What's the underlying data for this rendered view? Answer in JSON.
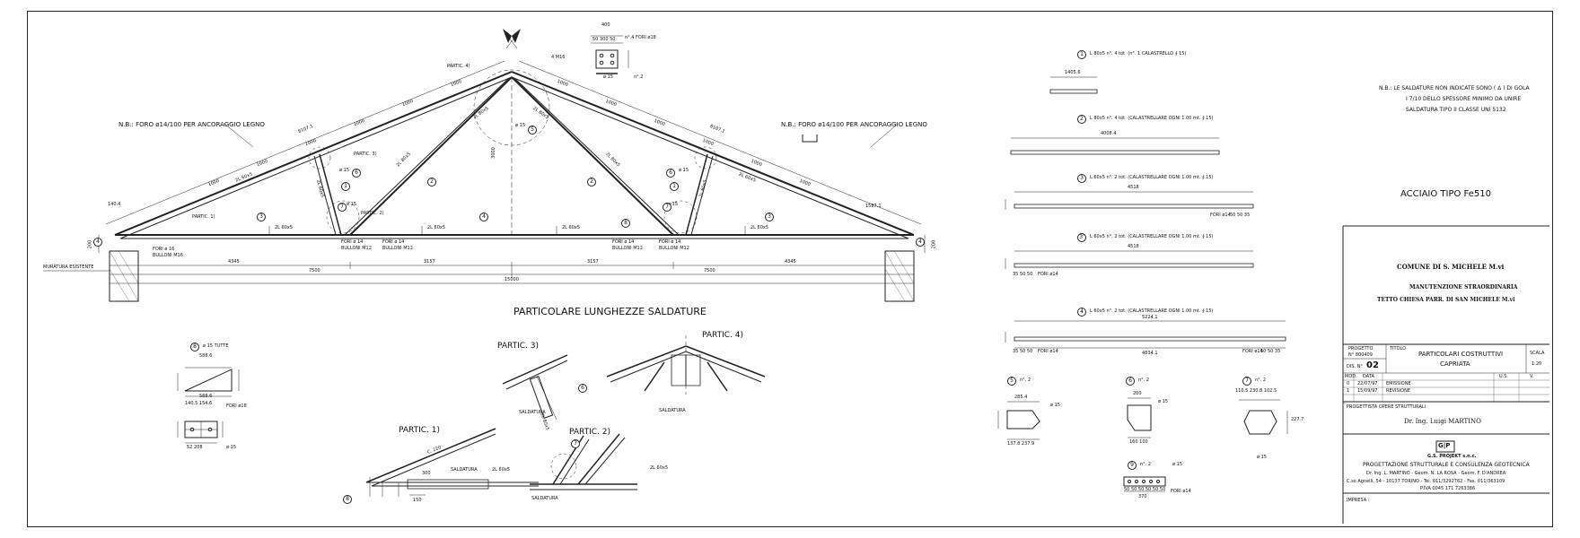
{
  "truss": {
    "note_left": "N.B.: FORO ø14/100 PER ANCORAGGIO LEGNO",
    "note_right": "N.B.: FORO ø14/100 PER ANCORAGGIO LEGNO",
    "section_title": "PARTICOLARE LUNGHEZZE SALDATURE",
    "muratura": "MURATURA ESISTENTE",
    "dims_bottom_a": [
      "4345",
      "3157",
      "3157",
      "4345"
    ],
    "dims_bottom_b": [
      "7500",
      "7500"
    ],
    "dims_total": "15000",
    "height_dim": "3000",
    "rafter_segments_left": [
      "1000",
      "1000",
      "1000",
      "1000",
      "1000",
      "1000"
    ],
    "rafter_segments_right": [
      "1000",
      "1000",
      "1000",
      "1000",
      "1000",
      "1000"
    ],
    "rafter_len_left": "8107.1",
    "rafter_len_right": "8107.1",
    "edge_left": "140.4",
    "edge_right": "1587.1",
    "support_h": "200",
    "profiles": [
      "2L 60x5",
      "2L 60x5",
      "2L 60x5",
      "2L 60x5",
      "2L 60x5",
      "2L 60x5"
    ],
    "diag_labels": [
      "2L 80x5",
      "2L 80x5",
      "2L 60x5",
      "2L 60x5",
      "2L 80x5",
      "2L 80x5"
    ],
    "bolt_left_a": "FORI ø 16",
    "bolt_left_b": "BULLONI M16",
    "bolt_mid_l_a": "FORI ø 14",
    "bolt_mid_l_b": "BULLONI M12",
    "bolt_mid_l2_a": "FORI ø 14",
    "bolt_mid_l2_b": "BULLONI M12",
    "bolt_mid_r_a": "FORI ø 14",
    "bolt_mid_r_b": "BULLONI M12",
    "bolt_mid_r2_a": "FORI ø 14",
    "bolt_mid_r2_b": "BULLONI M12",
    "partic_labels": [
      "PARTIC. 1)",
      "PARTIC. 2)",
      "PARTIC. 3)",
      "PARTIC. 4)"
    ],
    "ridge_label": "4 M16",
    "ridge_plate_dims": [
      "400",
      "50  300  50"
    ],
    "ridge_plate_note": "n°.4 FORI ø18",
    "ridge_plate_count": "n°.2",
    "ridge_plate_t": "ø 15",
    "phi_labels": [
      "ø 15",
      "ø 15",
      "ø 15",
      "ø 15",
      "ø 15"
    ]
  },
  "bars": [
    {
      "num": "1",
      "desc": "L 80x5 n°. 4 tot.   (n°. 1 CALASTRELLO ∮ 15)",
      "len": "1405.6"
    },
    {
      "num": "2",
      "desc": "L 80x5 n°. 4 tot.   (CALASTRELLARE OGNI 1.00 mt.   ∮ 15)",
      "len": "4008.4"
    },
    {
      "num": "3",
      "desc": "L 60x5 n°. 2 tot.   (CALASTRELLARE OGNI 1.00 mt.   ∮ 15)",
      "len": "4518",
      "end_note": "FORI ø14",
      "end_dims": "50 50 35"
    },
    {
      "num": "3'",
      "desc": "L 60x5 n°. 2 tot.   (CALASTRELLARE OGNI 1.00 mt.   ∮ 15)",
      "len": "4518",
      "end_note": "FORI ø14",
      "end_dims": "35 50 50"
    },
    {
      "num": "4",
      "desc": "L 60x5 n°. 2 tot.   (CALASTRELLARE OGNI 1.00 mt.   ∮ 15)",
      "len": "5224.1",
      "inner_len": "4834.1",
      "end_note": "FORI ø14",
      "end_dims": "35 50 50",
      "end_dims_r": "50 50 35"
    }
  ],
  "small_parts": [
    {
      "num": "5",
      "qty": "n°. 2",
      "dims": [
        "285.4",
        "137.8  237.9"
      ],
      "phi": "ø 15"
    },
    {
      "num": "6",
      "qty": "n°. 2",
      "dims": [
        "200",
        "160  100"
      ],
      "phi": "ø 15"
    },
    {
      "num": "7",
      "qty": "n°. 2",
      "dims": [
        "110.5  230.8  102.5",
        "227.7"
      ],
      "phi": "ø 15"
    },
    {
      "num": "8",
      "qty": "ø 15 TUTTE",
      "dims": [
        "588.6",
        "140.5  154.6",
        "588.6"
      ],
      "phi": "ø 15",
      "note": "FORI ø18",
      "dims_b": "52  208"
    },
    {
      "num": "9",
      "qty": "n°. 2",
      "dims": [
        "50 50 50 50 50 50",
        "370"
      ],
      "phi": "ø 15",
      "note": "FORI ø14"
    }
  ],
  "details": {
    "saldatura": "SALDATURA",
    "p1_dims": [
      "C. 220",
      "300",
      "150"
    ],
    "p2_profile": "2L 60x5",
    "p3_profile": "2L 80x5"
  },
  "notes": {
    "welding_1": "N.B.: LE SALDATURE NON INDICATE SONO ( ∆ ) DI GOLA",
    "welding_2": "I 7/10 DELLO SPESSORE MINIMO DA UNIRE",
    "welding_3": "SALDATURA TIPO II CLASSE UNI 5132",
    "steel": "ACCIAIO TIPO Fe510"
  },
  "title_block": {
    "comune": "COMUNE DI S. MICHELE M.vi",
    "work_1": "MANUTENZIONE STRAORDINARIA",
    "work_2": "TETTO CHIESA PARR. DI SAN MICHELE M.vi",
    "progetto_label": "PROGETTO",
    "progetto_num": "N° 800409",
    "titolo_label": "TITOLO",
    "dis_label": "DIS. N°",
    "dis_num": "02",
    "title_1": "PARTICOLARI COSTRUTTIVI",
    "title_2": "CAPRIATA",
    "scala_label": "SCALA",
    "scala_value": "1:20",
    "rev_headers": [
      "MOD.",
      "DATA",
      "",
      "U.S.",
      "V."
    ],
    "rev_rows": [
      [
        "0",
        "22/07/97",
        "EMISSIONE",
        "",
        ""
      ],
      [
        "1",
        "15/09/97",
        "REVISIONE",
        "",
        ""
      ]
    ],
    "designer_label": "PROGETTISTA OPERE STRUTTURALI",
    "designer_name": "Dr. Ing.   Luigi  MARTINO",
    "firm_logo": "G|P",
    "firm_name": "G.S. PROJEKT s.n.c.",
    "firm_sub": "PROGETTAZIONE STRUTTURALE E CONSULENZA GEOTECNICA",
    "firm_people": "Dr. Ing. L. MARTINO - Geom. N. LA ROSA - Geom. F. D'ANDREA",
    "firm_address": "C.so Agnelli, 54 - 10137 TORINO - Tel. 011/3292762 - Fax. 011/363109",
    "firm_piva": "P.IVA 0045 171 7263386",
    "impresa_label": "IMPRESA :"
  }
}
